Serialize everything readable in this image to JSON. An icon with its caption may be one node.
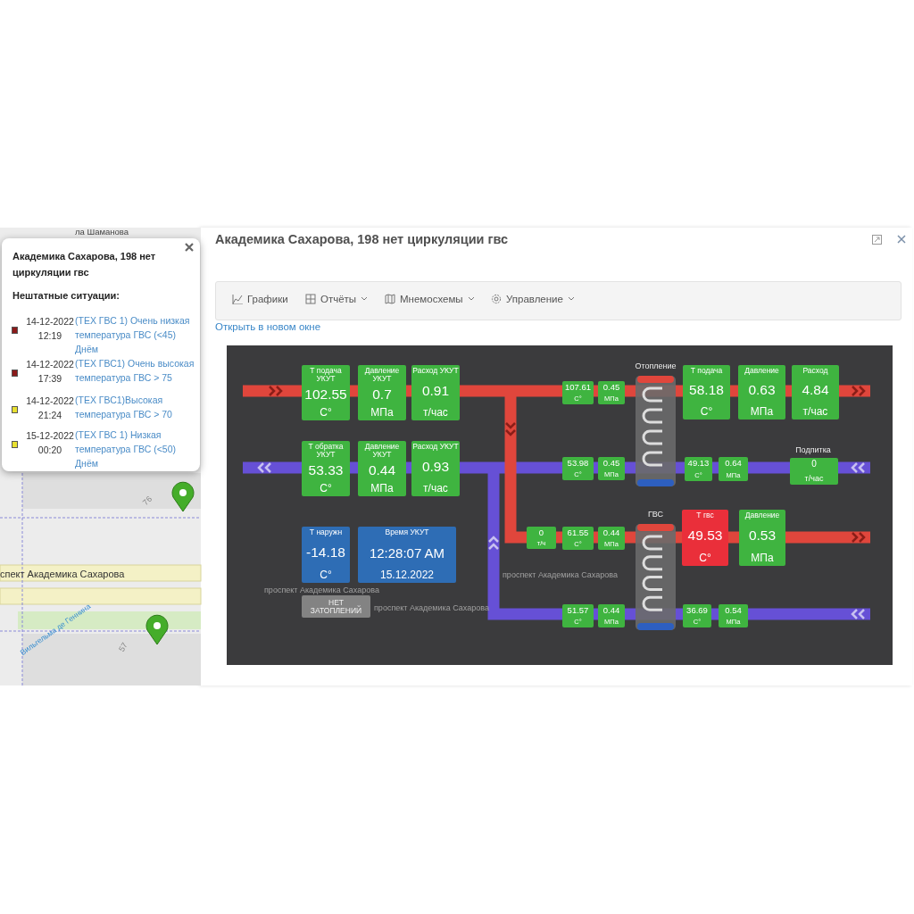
{
  "diagram": {
    "title": "Академика Сахарова, 198 нет циркуляции гвс",
    "nodes": [
      {
        "text": [
          "Академика Сахарова, 198 нет циркуляции гвс",
          "Нештатные ситуации:"
        ]
      },
      {
        "text": [
          "Т подача УКУТ",
          "102.55",
          "C°"
        ]
      },
      {
        "text": [
          "Давление УКУТ",
          "0.7",
          "МПа"
        ]
      },
      {
        "text": [
          "Расход УКУТ",
          "0.91",
          "т/час"
        ]
      },
      {
        "text": [
          "Т обратка УКУТ",
          "53.33",
          "C°"
        ]
      },
      {
        "text": [
          "Давление УКУТ",
          "0.44",
          "МПа"
        ]
      },
      {
        "text": [
          "Расход УКУТ",
          "0.93",
          "т/час"
        ]
      },
      {
        "text": [
          "Т наружн",
          "-14.18",
          "C°"
        ]
      },
      {
        "text": [
          "Время УКУТ",
          "12:28:07 AM",
          "15.12.2022"
        ]
      },
      {
        "text": [
          "НЕТ ЗАТОПЛЕНИЙ"
        ]
      },
      {
        "text": [
          "107.61",
          "C°"
        ]
      },
      {
        "text": [
          "0.45",
          "МПа"
        ]
      },
      {
        "text": [
          "53.98",
          "C°"
        ]
      },
      {
        "text": [
          "0.45",
          "МПа"
        ]
      },
      {
        "text": [
          "0",
          "т/ч"
        ]
      },
      {
        "text": [
          "61.55",
          "C°"
        ]
      },
      {
        "text": [
          "0.44",
          "МПа"
        ]
      },
      {
        "text": [
          "51.57",
          "C°"
        ]
      },
      {
        "text": [
          "0.44",
          "МПа"
        ]
      },
      {
        "text": [
          "Отопление"
        ]
      },
      {
        "text": [
          "ГВС"
        ]
      },
      {
        "text": [
          "Т подача",
          "58.18",
          "C°"
        ]
      },
      {
        "text": [
          "Давление",
          "0.63",
          "МПа"
        ]
      },
      {
        "text": [
          "Расход",
          "4.84",
          "т/час"
        ]
      },
      {
        "text": [
          "Подпитка",
          "0",
          "т/час"
        ]
      },
      {
        "text": [
          "49.13",
          "C°"
        ]
      },
      {
        "text": [
          "0.64",
          "МПа"
        ]
      },
      {
        "text": [
          "Т гвс",
          "49.53",
          "C°"
        ]
      },
      {
        "text": [
          "Давление",
          "0.53",
          "МПа"
        ]
      },
      {
        "text": [
          "36.69",
          "C°"
        ]
      },
      {
        "text": [
          "0.54",
          "МПа"
        ]
      }
    ],
    "labels": [
      "ла Шаманова",
      "14-12-2022 12:19",
      "(ТЕХ ГВС 1) Очень низкая температура ГВС (<45) Днём",
      "14-12-2022 17:39",
      "(ТЕХ ГВС1) Очень высокая температура ГВС > 75",
      "14-12-2022 21:24",
      "(ТЕХ ГВС1)Высокая температура ГВС > 70",
      "15-12-2022 00:20",
      "(ТЕХ ГВС 1) Низкая температура ГВС (<50) Днём",
      "76",
      "спект Академика Сахарова",
      "Вильгельма де Геннина",
      "57",
      "Графики",
      "Отчёты",
      "Мнемосхемы",
      "Управление",
      "Открыть в новом окне",
      "проспект Академика Сахарова",
      "проспект Академика Сахарова",
      "проспект Академика Сахарова"
    ]
  }
}
